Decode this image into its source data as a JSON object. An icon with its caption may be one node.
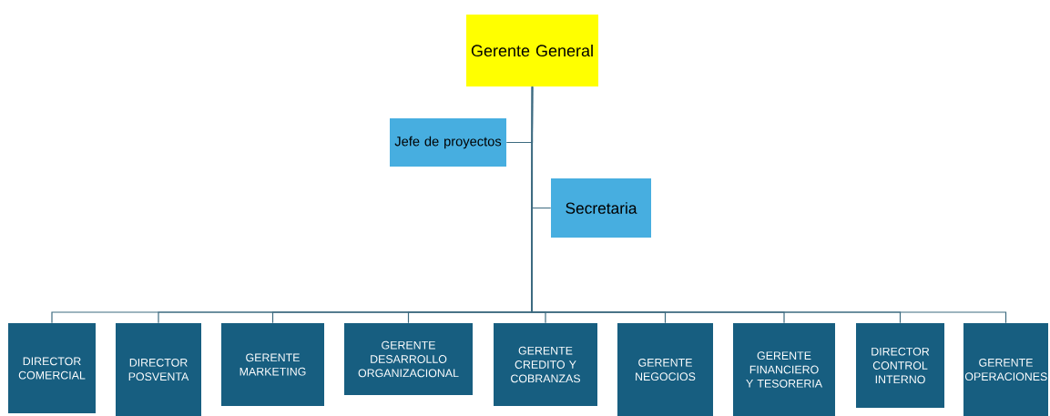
{
  "diagram": {
    "nodes": [
      {
        "text": [
          "Gerente General"
        ]
      },
      {
        "text": [
          "Jefe de proyectos"
        ]
      },
      {
        "text": [
          "Secretaria"
        ]
      },
      {
        "text": [
          "DIRECTOR COMERCIAL"
        ]
      },
      {
        "text": [
          "DIRECTOR POSVENTA"
        ]
      },
      {
        "text": [
          "GERENTE MARKETING"
        ]
      },
      {
        "text": [
          "GERENTE DESARROLLO ORGANIZACIONAL"
        ]
      },
      {
        "text": [
          "GERENTE CREDITO Y COBRANZAS"
        ]
      },
      {
        "text": [
          "GERENTE NEGOCIOS"
        ]
      },
      {
        "text": [
          "GERENTE FINANCIERO Y TESORERIA"
        ]
      },
      {
        "text": [
          "DIRECTOR CONTROL INTERNO"
        ]
      },
      {
        "text": [
          "GERENTE OPERACIONES"
        ]
      }
    ],
    "edges": [
      {
        "from": 0,
        "to": 1,
        "arrow": "none"
      },
      {
        "from": 0,
        "to": 2,
        "arrow": "none"
      },
      {
        "from": 0,
        "to": 3,
        "arrow": "none"
      },
      {
        "from": 0,
        "to": 4,
        "arrow": "none"
      },
      {
        "from": 0,
        "to": 5,
        "arrow": "none"
      },
      {
        "from": 0,
        "to": 6,
        "arrow": "none"
      },
      {
        "from": 0,
        "to": 7,
        "arrow": "none"
      },
      {
        "from": 0,
        "to": 8,
        "arrow": "none"
      },
      {
        "from": 0,
        "to": 9,
        "arrow": "none"
      },
      {
        "from": 0,
        "to": 10,
        "arrow": "none"
      },
      {
        "from": 0,
        "to": 11,
        "arrow": "none"
      }
    ]
  }
}
